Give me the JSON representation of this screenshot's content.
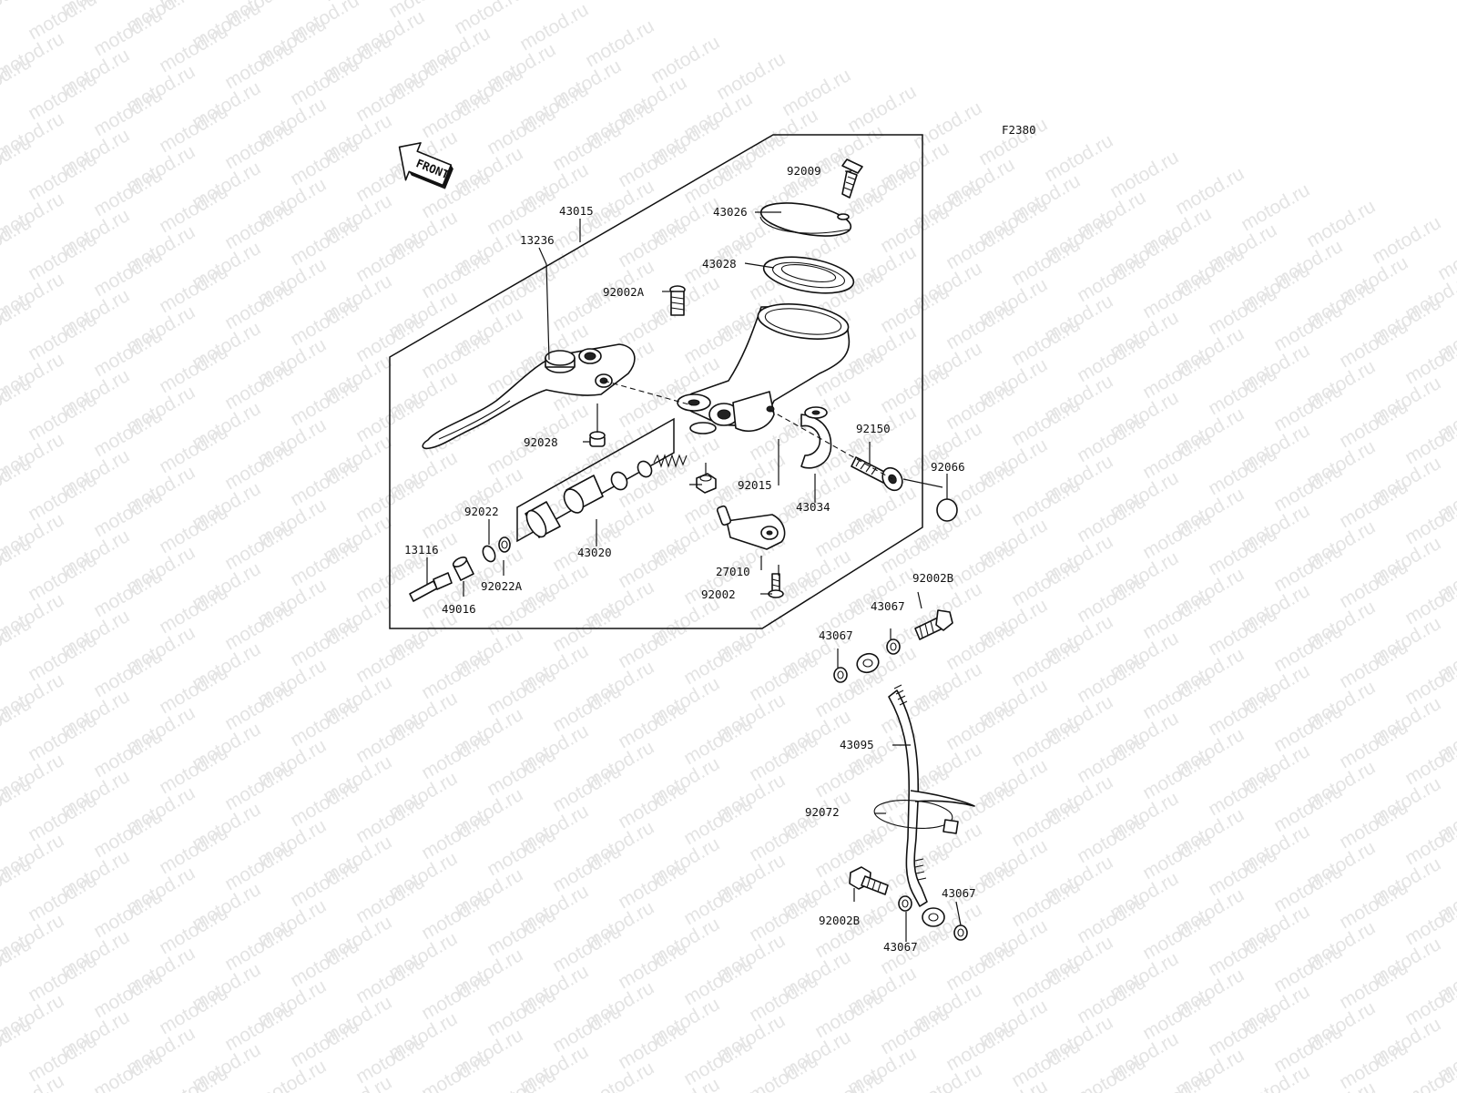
{
  "figure_code": "F2380",
  "front_marker": "FRONT",
  "watermark": "motod.ru",
  "parts": {
    "p43015": "43015",
    "p92009": "92009",
    "p43026": "43026",
    "p43028": "43028",
    "p92002A": "92002A",
    "p13236": "13236",
    "p92028": "92028",
    "p92150": "92150",
    "p92066": "92066",
    "p92015": "92015",
    "p43034": "43034",
    "p92022": "92022",
    "p13116": "13116",
    "p43020": "43020",
    "p92022A": "92022A",
    "p49016": "49016",
    "p27010": "27010",
    "p92002": "92002",
    "p92002B_top": "92002B",
    "p43067_a": "43067",
    "p43067_b": "43067",
    "p43095": "43095",
    "p92072": "92072",
    "p92002B_bottom": "92002B",
    "p43067_c": "43067",
    "p43067_d": "43067"
  }
}
